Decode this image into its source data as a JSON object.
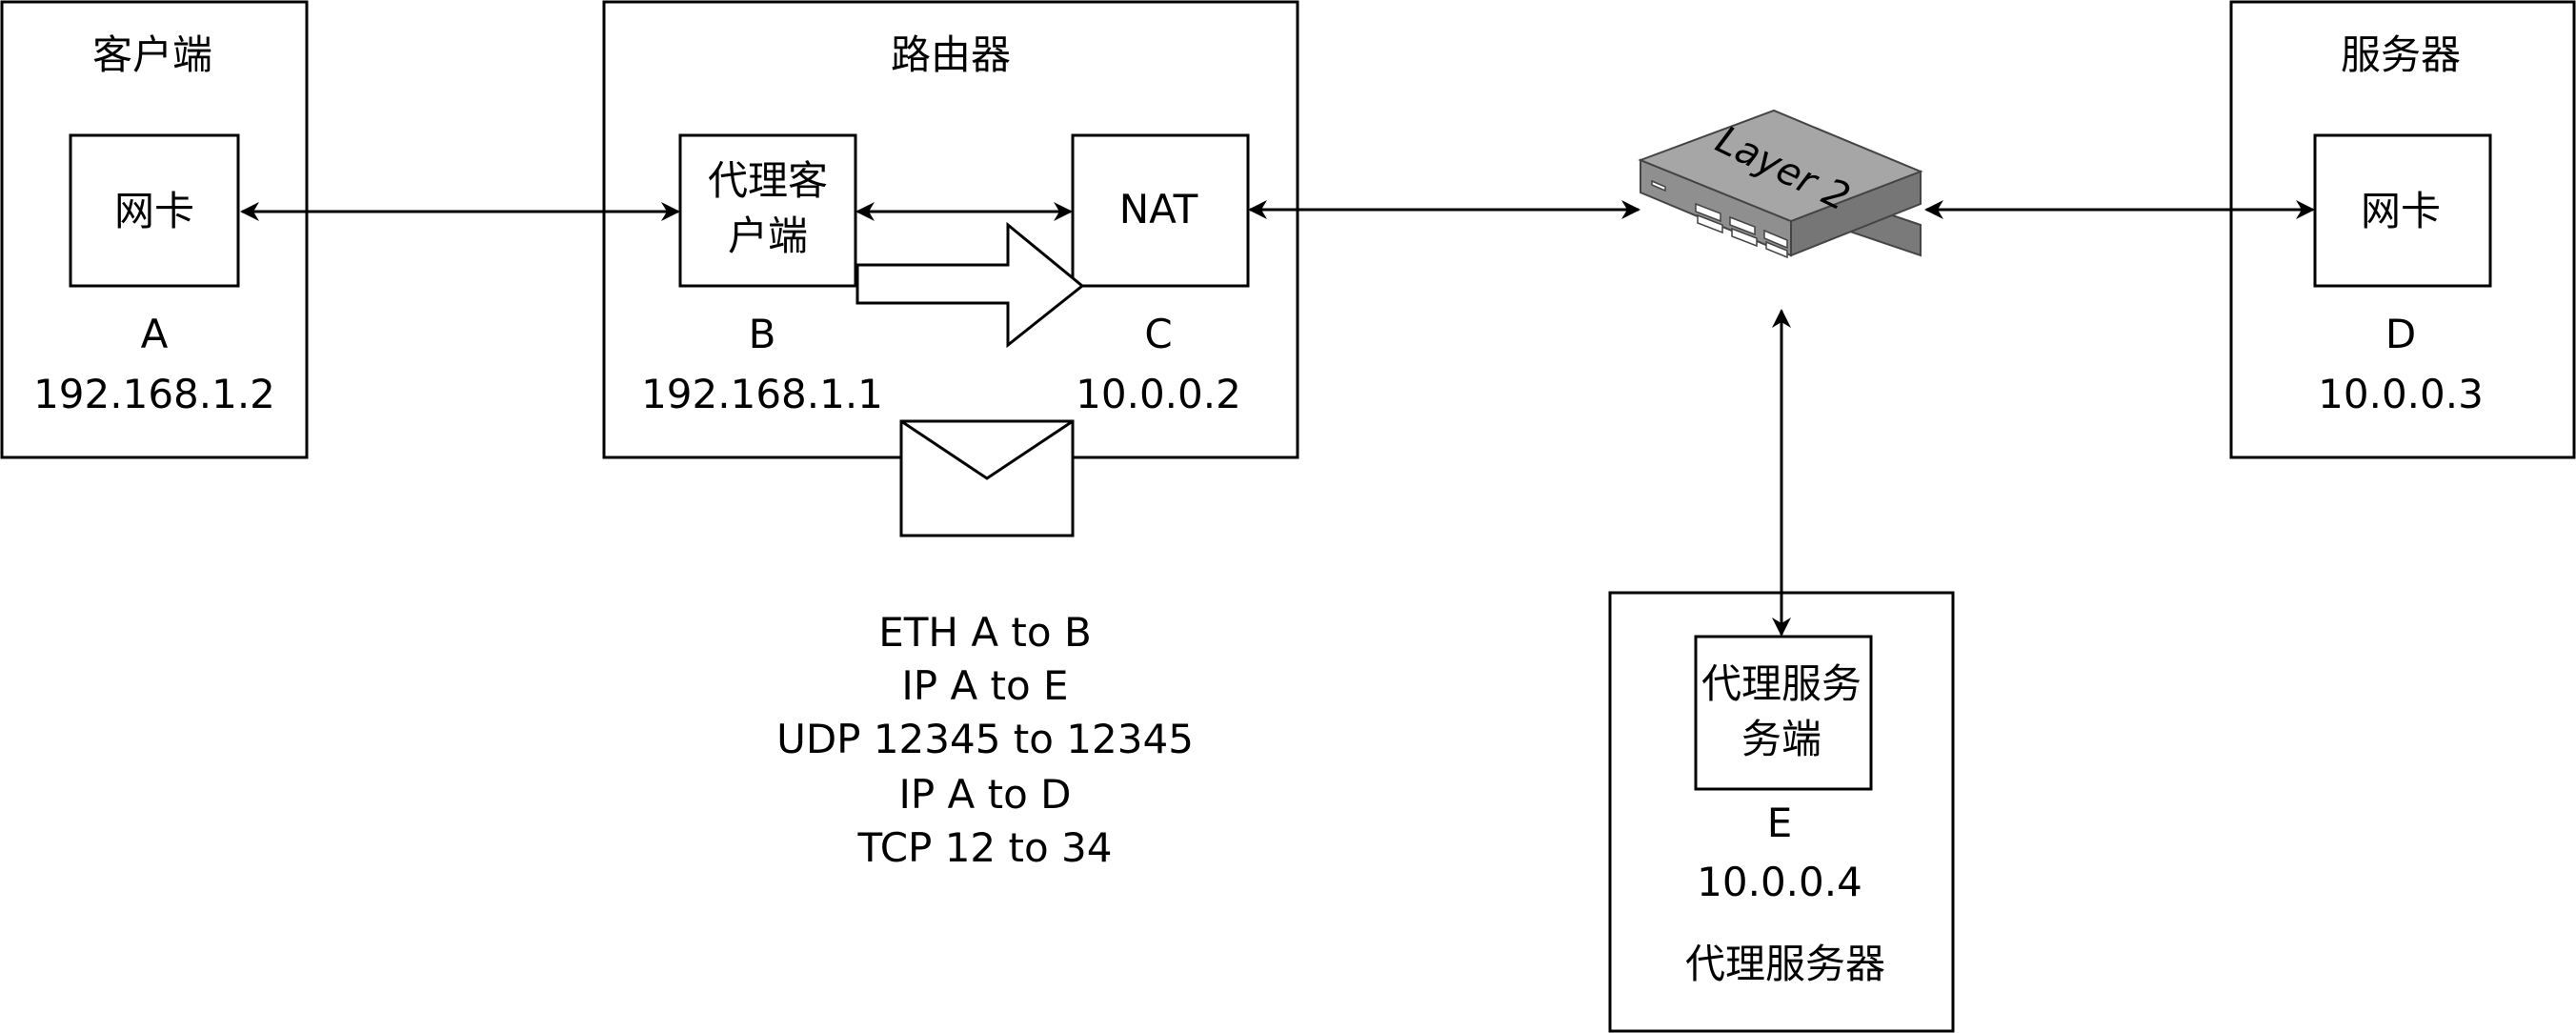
{
  "client": {
    "title": "客户端",
    "nic_label": "网卡",
    "node_id": "A",
    "ip": "192.168.1.2"
  },
  "router": {
    "title": "路由器",
    "proxy_client_line1": "代理客",
    "proxy_client_line2": "户端",
    "proxy_client_id": "B",
    "proxy_client_ip": "192.168.1.1",
    "nat_label": "NAT",
    "nat_id": "C",
    "nat_ip": "10.0.0.2"
  },
  "switch": {
    "label": "Layer 2",
    "colors": {
      "top": "#a6a6a6",
      "side": "#7a7a7a",
      "front": "#8c8c8c",
      "ports": "#ffffff"
    }
  },
  "server": {
    "title": "服务器",
    "nic_label": "网卡",
    "node_id": "D",
    "ip": "10.0.0.3"
  },
  "proxy_server": {
    "inner_line1": "代理服务",
    "inner_line2": "务端",
    "node_id": "E",
    "ip": "10.0.0.4",
    "title": "代理服务器"
  },
  "packet": {
    "icon": "envelope-icon",
    "lines": [
      "ETH A to B",
      "IP A to E",
      "UDP 12345 to 12345",
      "IP A to D",
      "TCP 12 to 34"
    ]
  }
}
